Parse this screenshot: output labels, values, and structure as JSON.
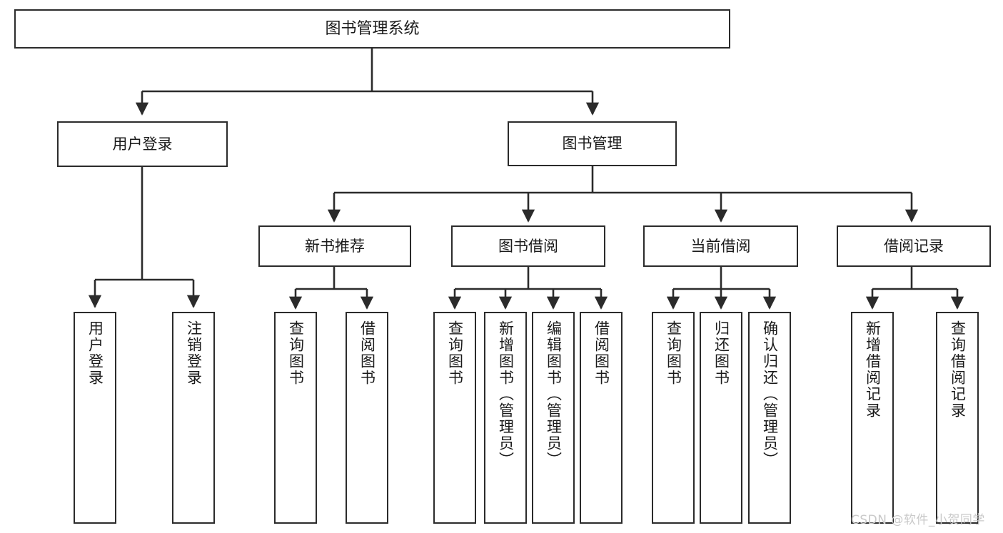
{
  "diagram": {
    "title": "图书管理系统",
    "watermark": "CSDN @软件_小贺同学",
    "stroke_color": "#2b2b2b",
    "background_color": "#ffffff",
    "text_color": "#1a1a1a",
    "watermark_color": "#c9c9c9"
  },
  "levels": {
    "root": {
      "label": "图书管理系统"
    },
    "level1": [
      {
        "label": "用户登录"
      },
      {
        "label": "图书管理"
      }
    ],
    "level2": [
      {
        "label": "新书推荐"
      },
      {
        "label": "图书借阅"
      },
      {
        "label": "当前借阅"
      },
      {
        "label": "借阅记录"
      }
    ],
    "leaves": {
      "user_login": [
        {
          "label": "用户登录"
        },
        {
          "label": "注销登录"
        }
      ],
      "new_book_recommend": [
        {
          "label": "查询图书"
        },
        {
          "label": "借阅图书"
        }
      ],
      "book_borrow": [
        {
          "label": "查询图书"
        },
        {
          "label": "新增图书（管理员）"
        },
        {
          "label": "编辑图书（管理员）"
        },
        {
          "label": "借阅图书"
        }
      ],
      "current_borrow": [
        {
          "label": "查询图书"
        },
        {
          "label": "归还图书"
        },
        {
          "label": "确认归还（管理员）"
        }
      ],
      "borrow_record": [
        {
          "label": "新增借阅记录"
        },
        {
          "label": "查询借阅记录"
        }
      ]
    }
  }
}
